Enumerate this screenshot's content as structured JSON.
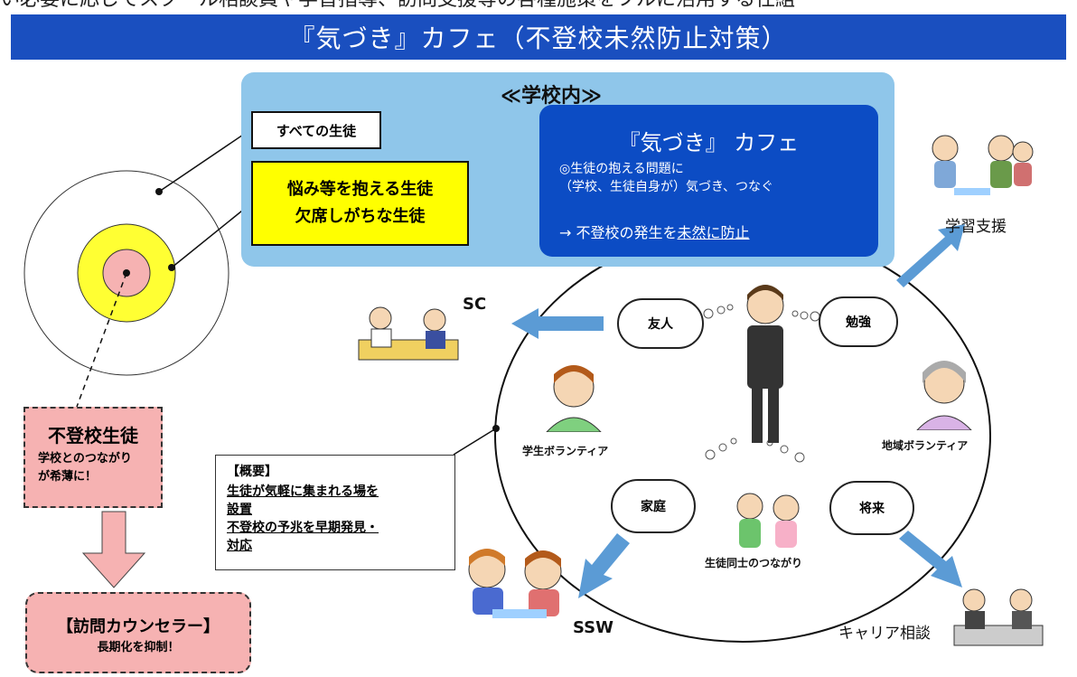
{
  "top_cut_text": "い必要に応じてスクール相談員や学習指導、訪問支援等の各種施策をフルに活用する仕組",
  "title": "『気づき』カフェ（不登校未然防止対策）",
  "school": {
    "label": "≪学校内≫",
    "all_students": "すべての生徒",
    "worried_students": [
      "悩み等を抱える生徒",
      "欠席しがちな生徒"
    ]
  },
  "cafe": {
    "title": "『気づき』 カフェ",
    "point_line1": "◎生徒の抱える問題に",
    "point_line2": "（学校、生徒自身が）気づき、つなぐ",
    "result_prefix": "→ 不登校の発生を",
    "result_underlined": "未然に防止"
  },
  "thoughts": {
    "friends": "友人",
    "study": "勉強",
    "home": "家庭",
    "future": "将来"
  },
  "people": {
    "student_volunteer": "学生ボランティア",
    "local_volunteer": "地域ボランティア",
    "peer_connection": "生徒同士のつながり"
  },
  "destinations": {
    "sc": "SC",
    "study_support": "学習支援",
    "ssw": "SSW",
    "career": "キャリア相談"
  },
  "futoko": {
    "title": "不登校生徒",
    "note1": "学校とのつながり",
    "note2": "が希薄に！"
  },
  "visit": {
    "title": "【訪問カウンセラー】",
    "note": "長期化を抑制！"
  },
  "summary": {
    "heading": "【概要】",
    "line1": "生徒が気軽に集まれる場を",
    "line2": "設置",
    "line3": "不登校の予兆を早期発見・",
    "line4": "対応"
  },
  "colors": {
    "title_bar": "#1a4fbf",
    "school_panel": "#8fc6ea",
    "cafe_box": "#0c4cc4",
    "highlight_yellow": "#ffff00",
    "pink": "#f6b2b2",
    "arrow_blue": "#5b9bd5"
  }
}
